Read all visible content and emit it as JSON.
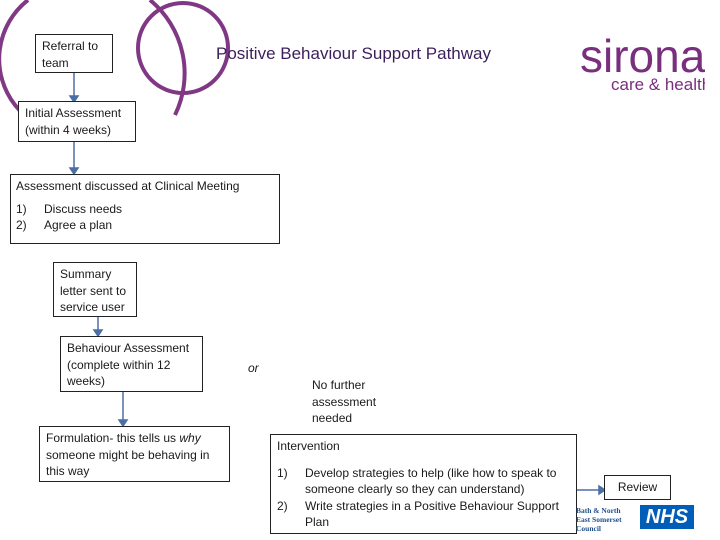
{
  "title": "Positive Behaviour Support Pathway",
  "brand": {
    "name": "sirona",
    "tagline": "care & health",
    "color": "#7a2e7e"
  },
  "partner_logos": {
    "council": "Bath & North East Somerset Council",
    "nhs": "NHS"
  },
  "nodes": {
    "referral": "Referral to team",
    "initial": "Initial Assessment (within 4 weeks)",
    "clinical_title": "Assessment discussed at Clinical Meeting",
    "clinical_items": [
      {
        "num": "1)",
        "text": "Discuss needs"
      },
      {
        "num": "2)",
        "text": "Agree a plan"
      }
    ],
    "summary": "Summary letter sent to service user",
    "behaviour": "Behaviour Assessment (complete within 12 weeks)",
    "or": "or",
    "no_further": "No further assessment needed",
    "formulation_pre": "Formulation- this tells us ",
    "formulation_em": "why",
    "formulation_post": " someone might be behaving in this way",
    "intervention_title": "Intervention",
    "intervention_items": [
      {
        "num": "1)",
        "text": "Develop strategies to help (like how to speak to someone clearly so they can understand)"
      },
      {
        "num": "2)",
        "text": "Write strategies in a Positive Behaviour Support Plan"
      }
    ],
    "review": "Review"
  }
}
